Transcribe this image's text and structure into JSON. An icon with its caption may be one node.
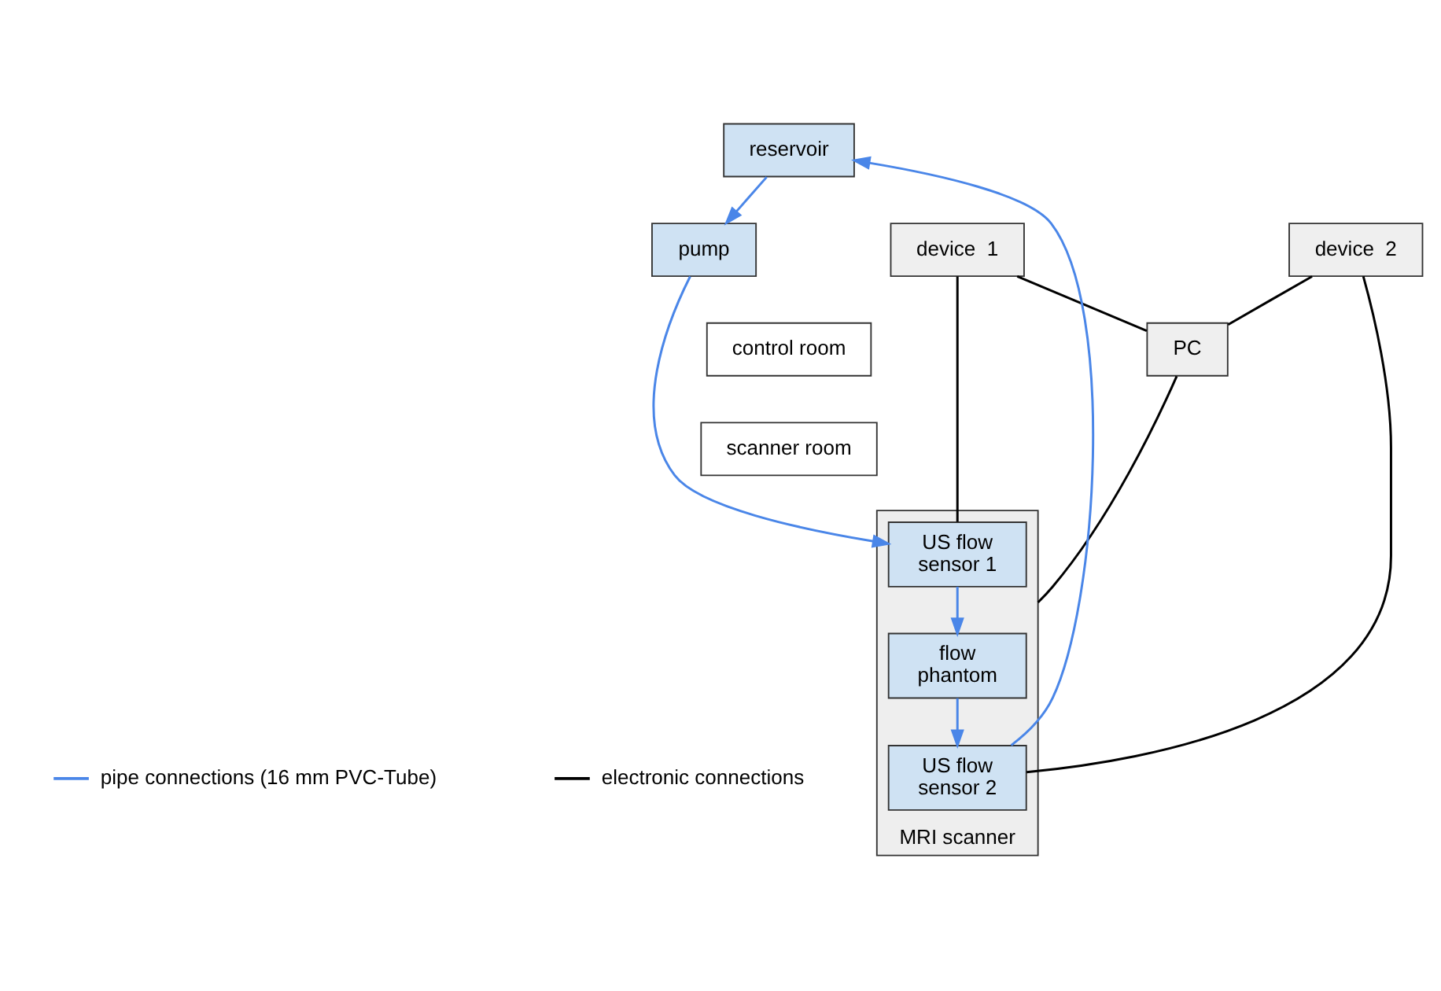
{
  "diagram": {
    "nodes": [
      {
        "text": [
          "reservoir"
        ]
      },
      {
        "text": [
          "pump"
        ]
      },
      {
        "text": [
          "device  1"
        ]
      },
      {
        "text": [
          "device  2"
        ]
      },
      {
        "text": [
          "PC"
        ]
      },
      {
        "text": [
          "control room"
        ]
      },
      {
        "text": [
          "scanner room"
        ]
      },
      {
        "text": [
          "MRI scanner"
        ]
      },
      {
        "text": [
          "US flow sensor 1"
        ],
        "in": 7
      },
      {
        "text": [
          "flow phantom"
        ],
        "in": 7
      },
      {
        "text": [
          "US flow sensor 2"
        ],
        "in": 7
      }
    ],
    "edges": [
      {
        "from": 0,
        "to": 1,
        "arrow": "to",
        "color": "#4a86e8"
      },
      {
        "from": 1,
        "to": 8,
        "arrow": "to",
        "color": "#4a86e8"
      },
      {
        "from": 8,
        "to": 9,
        "arrow": "to",
        "color": "#4a86e8"
      },
      {
        "from": 9,
        "to": 10,
        "arrow": "to",
        "color": "#4a86e8"
      },
      {
        "from": 10,
        "to": 0,
        "arrow": "to",
        "color": "#4a86e8"
      },
      {
        "from": 2,
        "to": 8,
        "arrow": "none",
        "color": "#000000"
      },
      {
        "from": 2,
        "to": 4,
        "arrow": "none",
        "color": "#000000"
      },
      {
        "from": 3,
        "to": 4,
        "arrow": "none",
        "color": "#000000"
      },
      {
        "from": 3,
        "to": 10,
        "arrow": "none",
        "color": "#000000"
      },
      {
        "from": 4,
        "to": 7,
        "arrow": "none",
        "color": "#000000"
      }
    ],
    "legend": [
      {
        "text": "pipe connections (16 mm PVC-Tube)",
        "color": "#4a86e8"
      },
      {
        "text": "electronic connections",
        "color": "#000000"
      }
    ]
  }
}
